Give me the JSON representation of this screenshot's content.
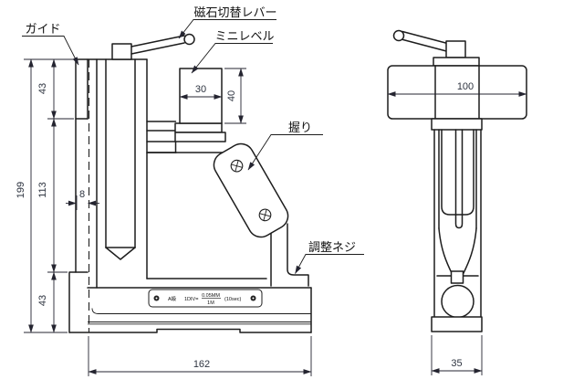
{
  "drawing": {
    "title_hint": "magnetic mini level technical drawing",
    "background": "#ffffff",
    "line_color": "#1d1d1d",
    "labels": {
      "guide": "ガイド",
      "magnet_switch_lever": "磁石切替レバー",
      "mini_level": "ミニレベル",
      "grip": "握り",
      "adjust_screw": "調整ネジ"
    },
    "dimensions": {
      "guide_block_height": "43",
      "mid_height": "113",
      "total_height": "199",
      "base_height": "43",
      "guide_width": "8",
      "mini_level_width": "30",
      "mini_level_height": "40",
      "side_body_width": "100",
      "base_width": "162",
      "side_base_width": "35"
    },
    "plate": {
      "grade": "A級",
      "div_prefix": "1DIV=",
      "fraction_numerator": "0.05MM",
      "fraction_denominator": "1M",
      "suffix": "(10sec)"
    }
  }
}
